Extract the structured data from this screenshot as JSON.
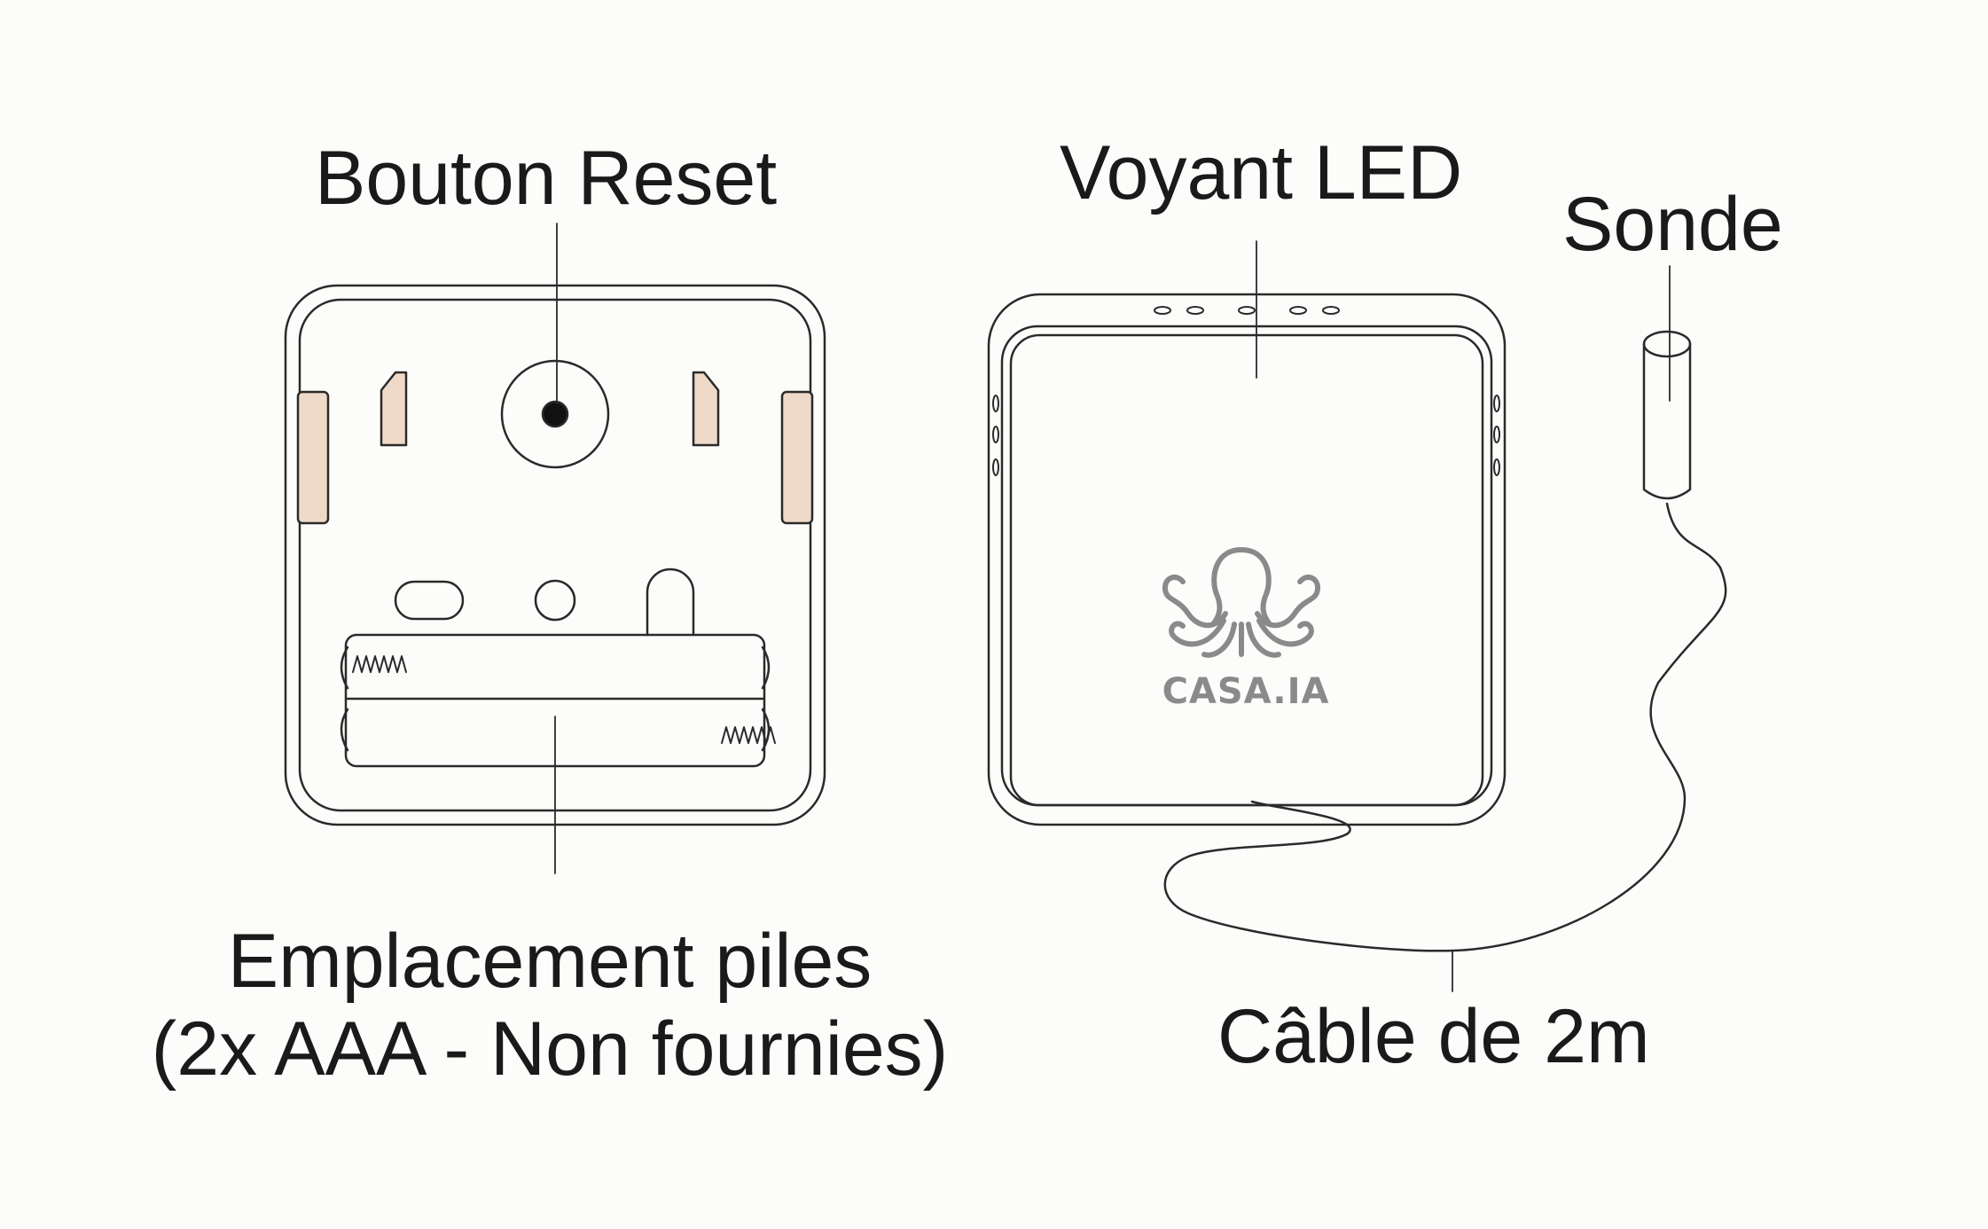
{
  "labels": {
    "reset_button": "Bouton Reset",
    "led_indicator": "Voyant LED",
    "probe": "Sonde",
    "battery_slot_line1": "Emplacement piles",
    "battery_slot_line2": "(2x AAA - Non fournies)",
    "cable": "Câble de 2m"
  },
  "logo": {
    "text": "CASA.IA",
    "icon": "octopus-icon"
  },
  "colors": {
    "background": "#fcfcfa",
    "line": "#2a2a2a",
    "battery_tab": "#efd9c8",
    "logo": "#8a8a8a"
  }
}
